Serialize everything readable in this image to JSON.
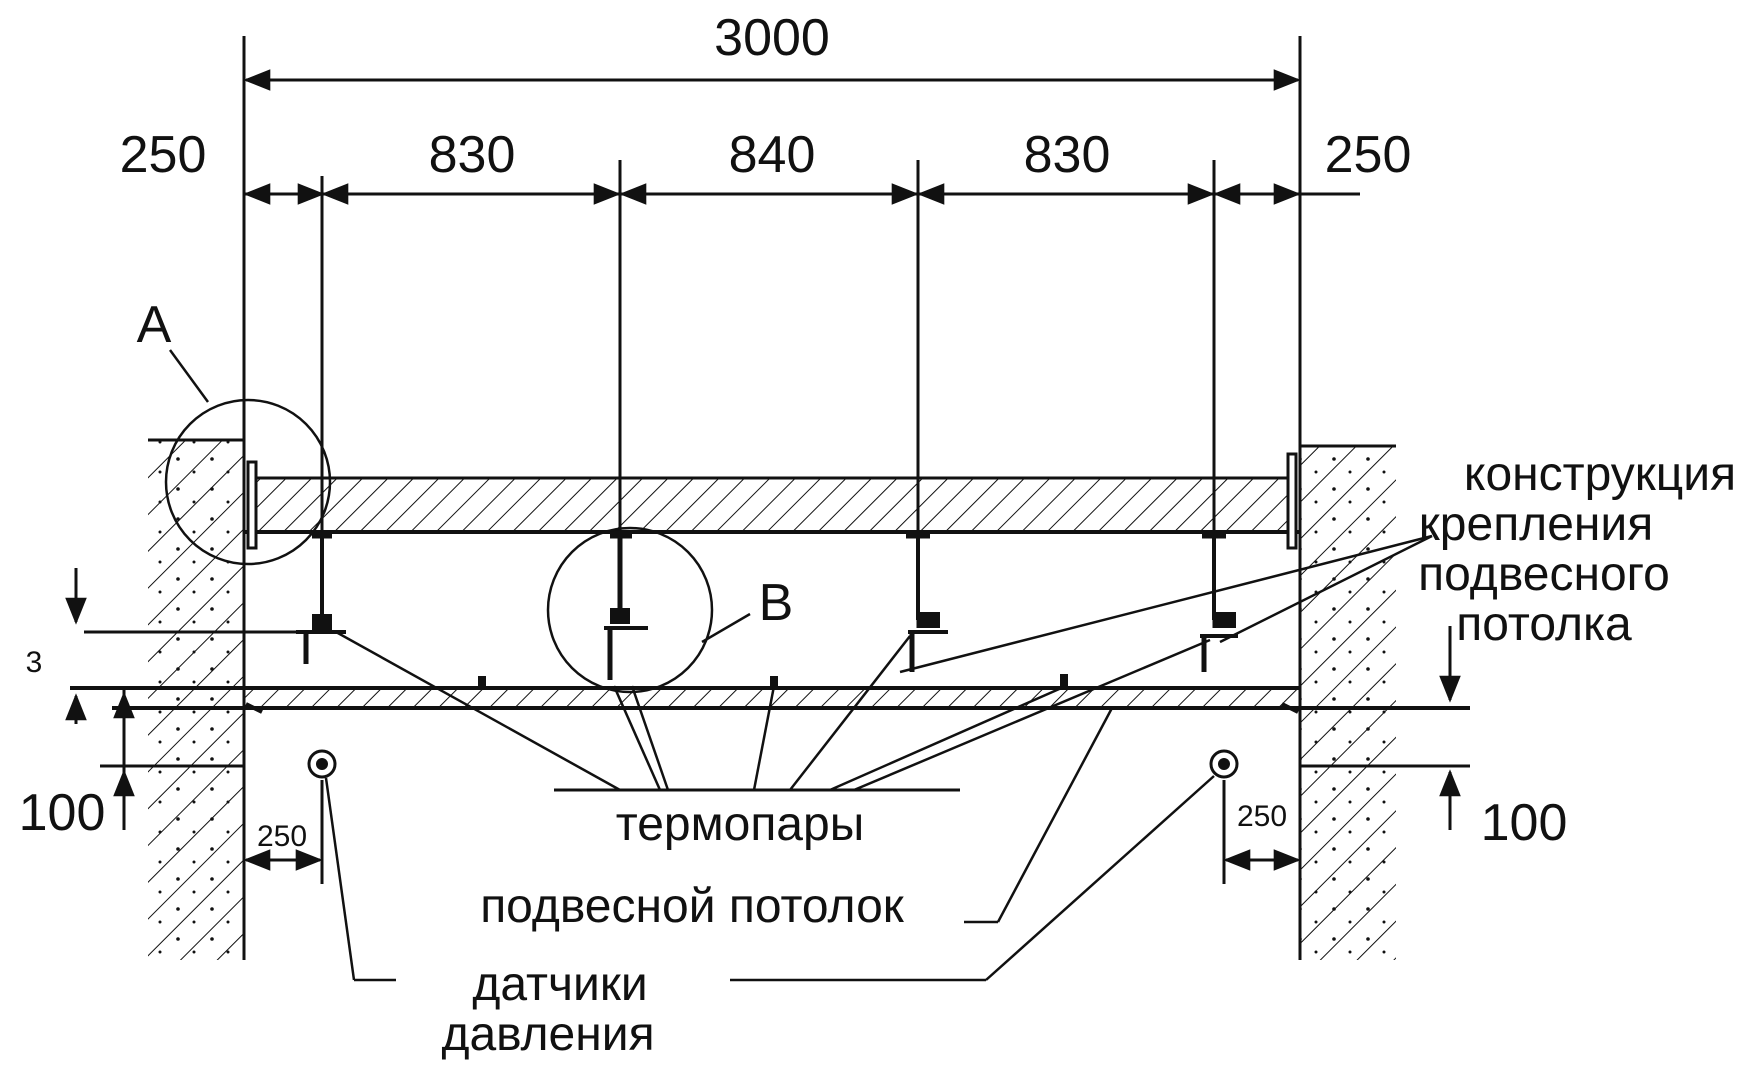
{
  "dimensions": {
    "total": "3000",
    "left_margin": "250",
    "span_1": "830",
    "span_2": "840",
    "span_3": "830",
    "right_margin": "250",
    "left_height": "100",
    "right_height": "100",
    "left_offset": "250",
    "right_offset": "250",
    "gap": "3"
  },
  "callouts": {
    "a": "A",
    "b": "B"
  },
  "labels": {
    "mount_line1": "конструкция",
    "mount_line2": "крепления",
    "mount_line3": "подвесного",
    "mount_line4": "потолка",
    "thermocouples": "термопары",
    "ceiling": "подвесной потолок",
    "sensors_line1": "датчики",
    "sensors_line2": "давления"
  },
  "colors": {
    "ink": "#111111",
    "paper": "#ffffff"
  }
}
